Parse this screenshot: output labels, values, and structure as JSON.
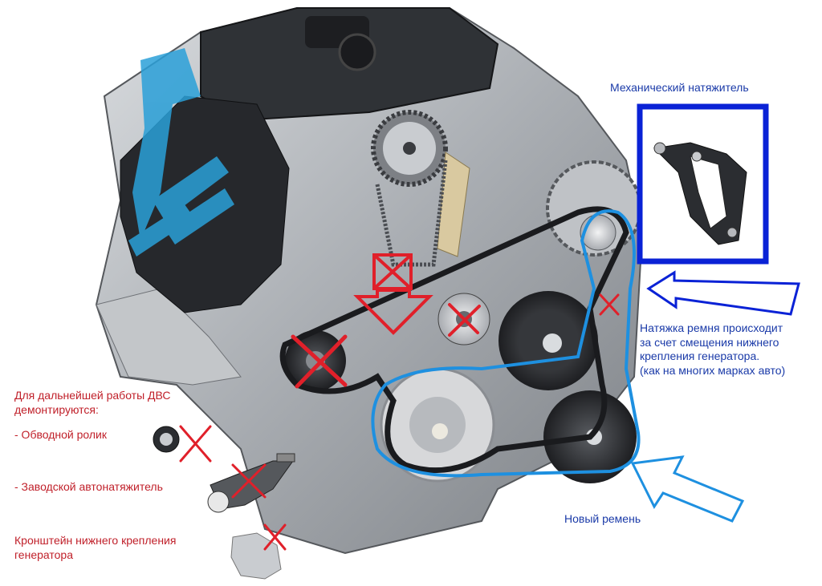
{
  "labels": {
    "mechanical_tensioner": "Механический натяжитель",
    "note_lines": [
      "Натяжка ремня происходит",
      "за счет смещения нижнего",
      "крепления генератора.",
      "(как на многих марках авто)"
    ],
    "new_belt": "Новый  ремень",
    "removed_header": [
      "Для дальнейшей работы ДВС",
      "демонтируются:"
    ],
    "removed_items": [
      "- Обводной ролик",
      "- Заводской автонатяжитель",
      "Кронштейн нижнего крепления генератора"
    ],
    "removed_item3_lines": [
      "Кронштейн нижнего крепления",
      "генератора"
    ]
  },
  "colors": {
    "blue_frame": "#0a22d6",
    "belt_outline": "#1e90e0",
    "red_label": "#c0202a",
    "blue_label": "#1a3aa8",
    "cross": "#e0202a",
    "engine_dark": "#2a2c30",
    "engine_metal": "#b9bcc0",
    "manifold_blue": "#2aa0d8"
  }
}
